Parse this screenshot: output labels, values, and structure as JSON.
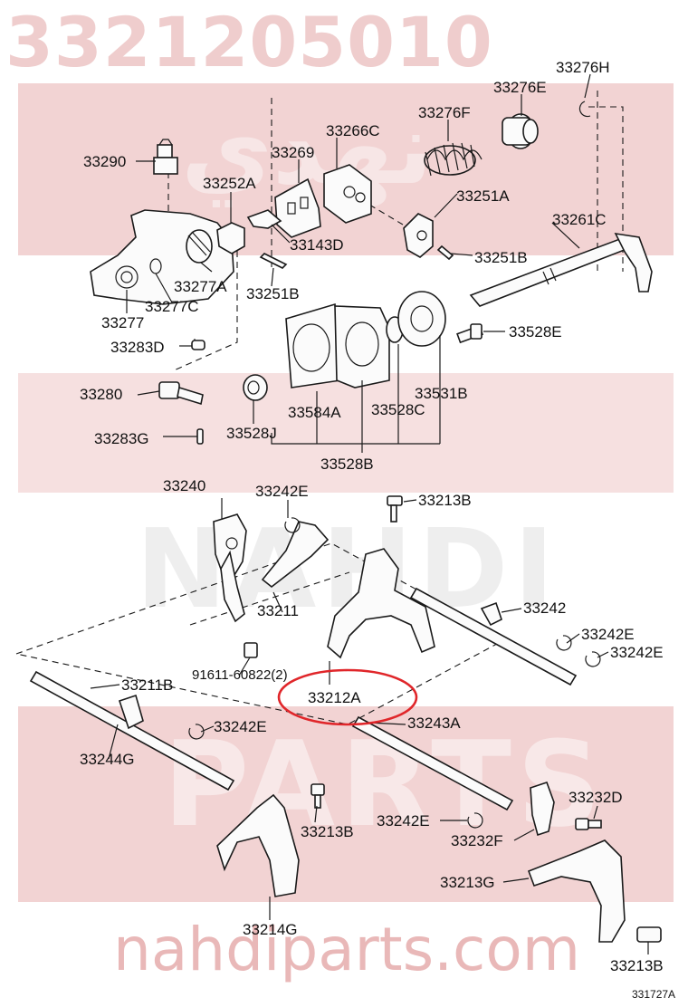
{
  "watermark": {
    "part_number": "3321205010",
    "arabic_brand": "نهدي",
    "brand_word_1": "NAHDI",
    "brand_word_2": "PARTS",
    "site": "nahdiparts.com",
    "colors": {
      "band": "#f2d3d3",
      "text": "#efcdcd",
      "site": "#e9b8b8"
    }
  },
  "highlight": {
    "label": "33212A",
    "color": "#e0262a"
  },
  "diagram_code": "331727A",
  "labels": {
    "l33276H": "33276H",
    "l33276E": "33276E",
    "l33276F": "33276F",
    "l33266C": "33266C",
    "l33269": "33269",
    "l33290": "33290",
    "l33252A": "33252A",
    "l33251A": "33251A",
    "l33261C": "33261C",
    "l33143D": "33143D",
    "l33251B_top": "33251B",
    "l33277A": "33277A",
    "l33251B_mid": "33251B",
    "l33277": "33277",
    "l33277C": "33277C",
    "l33528E": "33528E",
    "l33283D": "33283D",
    "l33280": "33280",
    "l33584A": "33584A",
    "l33528C": "33528C",
    "l33531B": "33531B",
    "l33528J": "33528J",
    "l33283G": "33283G",
    "l33528B": "33528B",
    "l33240": "33240",
    "l33242E_a": "33242E",
    "l33213B_a": "33213B",
    "l33211": "33211",
    "l33242": "33242",
    "l33242E_b": "33242E",
    "l33242E_c": "33242E",
    "l91611": "91611-60822(2)",
    "l33211B": "33211B",
    "l33243A": "33243A",
    "l33242E_d": "33242E",
    "l33244G": "33244G",
    "l33232D": "33232D",
    "l33213B_b": "33213B",
    "l33242E_e": "33242E",
    "l33232F": "33232F",
    "l33213G": "33213G",
    "l33214G": "33214G",
    "l33213B_c": "33213B"
  }
}
